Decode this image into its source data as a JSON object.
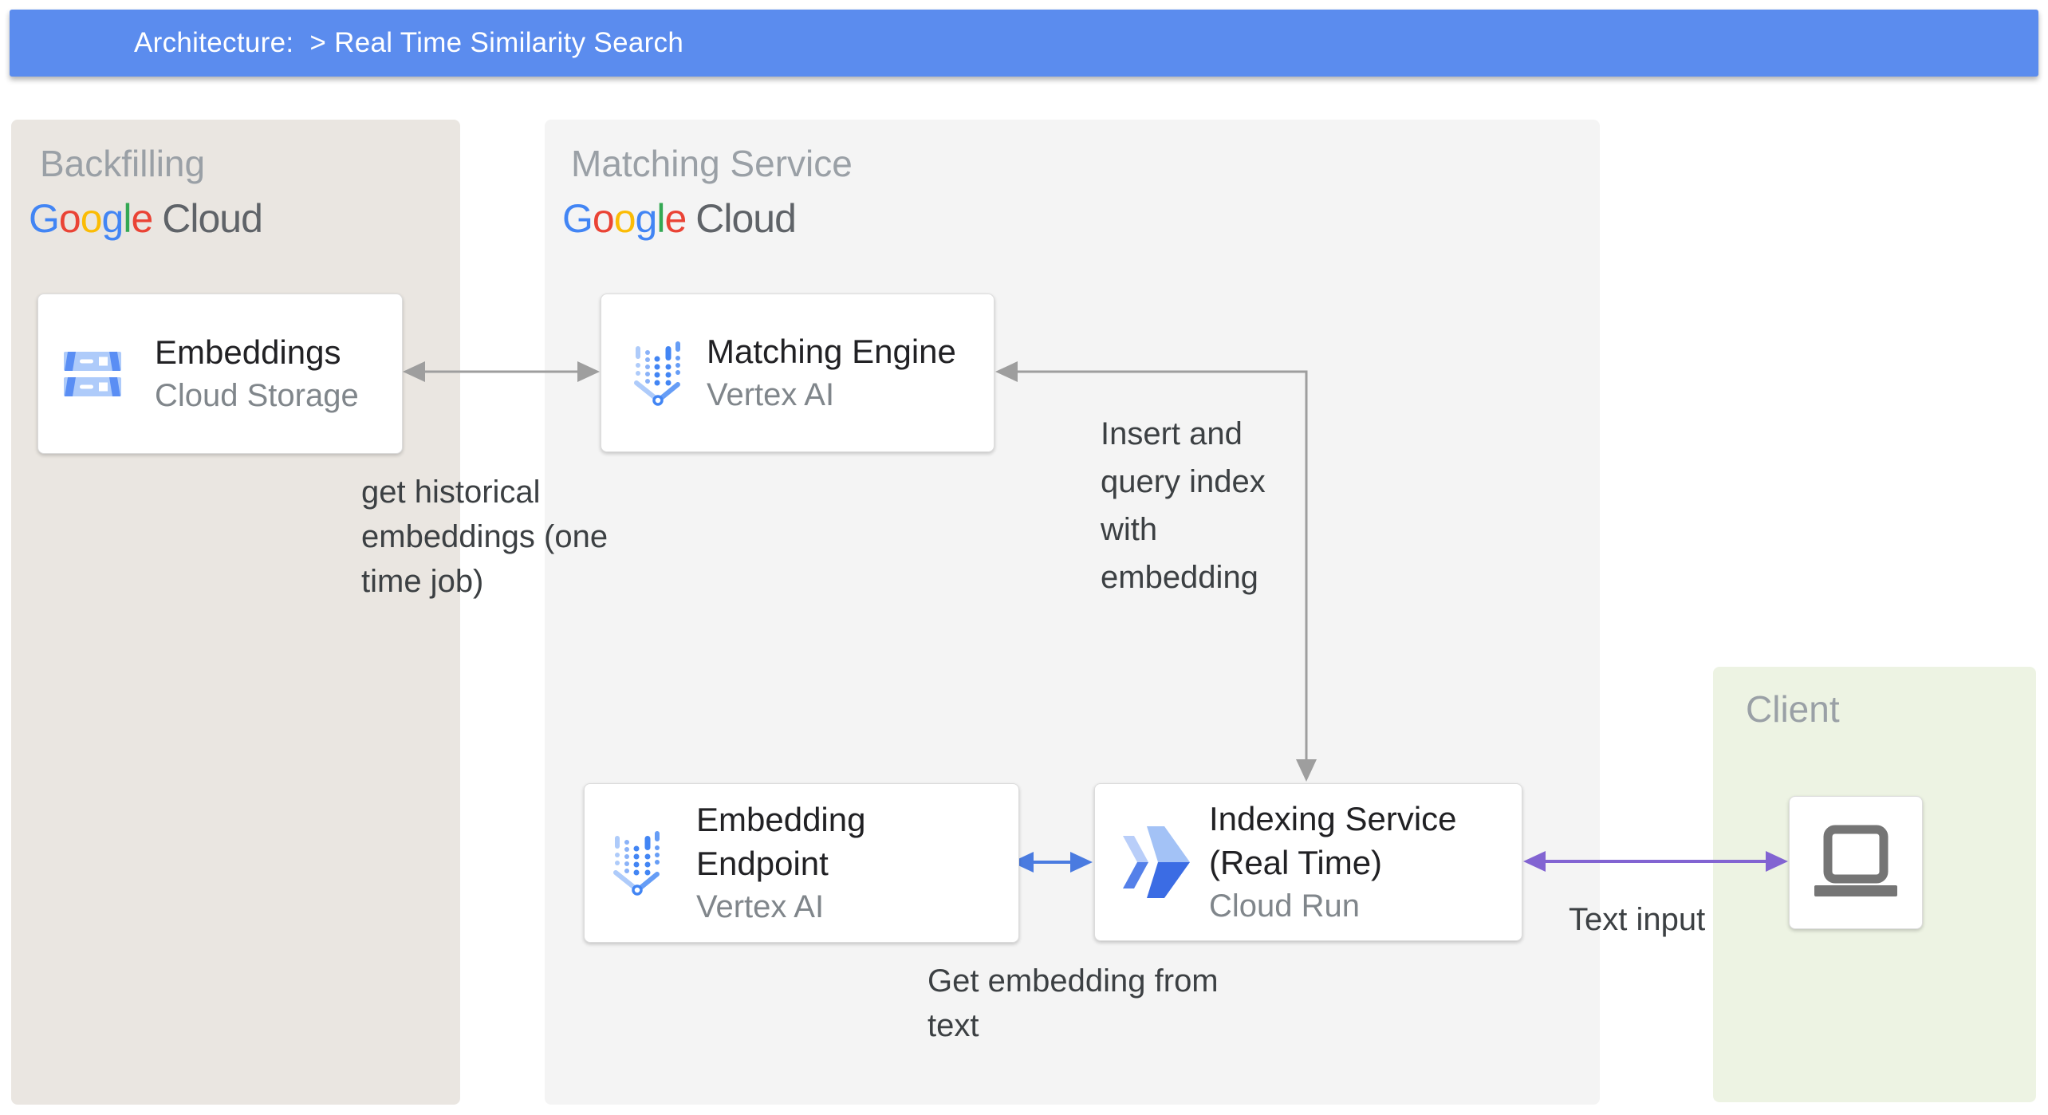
{
  "header": {
    "title": "Architecture:  > Real Time Similarity Search"
  },
  "brand": {
    "google": [
      "G",
      "o",
      "o",
      "g",
      "l",
      "e"
    ],
    "cloud": "Cloud"
  },
  "panels": {
    "backfilling": {
      "label": "Backfilling"
    },
    "matching_service": {
      "label": "Matching Service"
    },
    "client": {
      "label": "Client"
    }
  },
  "nodes": {
    "embeddings": {
      "title_lines": [
        "Embeddings"
      ],
      "subtitle": "Cloud Storage",
      "icon": "cloud-storage-icon"
    },
    "matching_engine": {
      "title_lines": [
        "Matching Engine"
      ],
      "subtitle": "Vertex AI",
      "icon": "vertex-ai-icon"
    },
    "embedding_endpoint": {
      "title_lines": [
        "Embedding",
        "Endpoint"
      ],
      "subtitle": "Vertex AI",
      "icon": "vertex-ai-icon"
    },
    "indexing_service": {
      "title_lines": [
        "Indexing Service",
        "(Real Time)"
      ],
      "subtitle": "Cloud Run",
      "icon": "cloud-run-icon"
    },
    "client_device": {
      "icon": "laptop-icon"
    }
  },
  "edges": {
    "backfill_label_lines": [
      "get historical",
      "embeddings (one",
      "time job)"
    ],
    "insert_query_label_lines": [
      "Insert and",
      "query index",
      "with",
      "embedding"
    ],
    "get_embedding_label_lines": [
      "Get embedding from",
      "text"
    ],
    "text_input_label": "Text input"
  },
  "colors": {
    "header_blue": "#5b8cee",
    "panel_backfilling": "#eae6e1",
    "panel_matching": "#f4f4f4",
    "panel_client": "#edf3e3",
    "heading_gray": "#9aa0a6",
    "node_title": "#212124",
    "node_subtitle": "#80868b",
    "label_text": "#3c4043",
    "arrow_gray": "#9e9e9e",
    "arrow_blue": "#4a7be0",
    "arrow_purple": "#8264d2",
    "google_blue": "#4285f4",
    "google_red": "#ea4335",
    "google_yellow": "#fbbc05",
    "google_green": "#34a853",
    "cloud_wordmark_gray": "#5f6368",
    "laptop_gray": "#757575"
  }
}
